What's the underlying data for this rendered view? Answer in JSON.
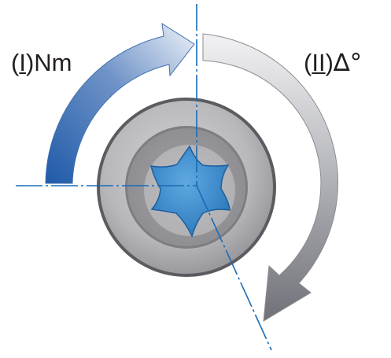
{
  "labels": {
    "step1": {
      "open": "(",
      "numeral": "I",
      "close": ")",
      "unit": "Nm"
    },
    "step2": {
      "open": "(",
      "numeral": "II",
      "close": ")",
      "unit": "∆°"
    }
  },
  "icons": {
    "torque_arrow": "curved-arrow-clockwise-blue",
    "angle_arrow": "curved-arrow-clockwise-gray",
    "screw_head": "torx-screw-head"
  },
  "colors": {
    "torque_arrow": "#2f6db5",
    "angle_arrow": "#8f9096",
    "axis_line": "#1a6bb5",
    "torx_fill": "#3d8fd0",
    "screw_metal": "#9a9a9e"
  }
}
